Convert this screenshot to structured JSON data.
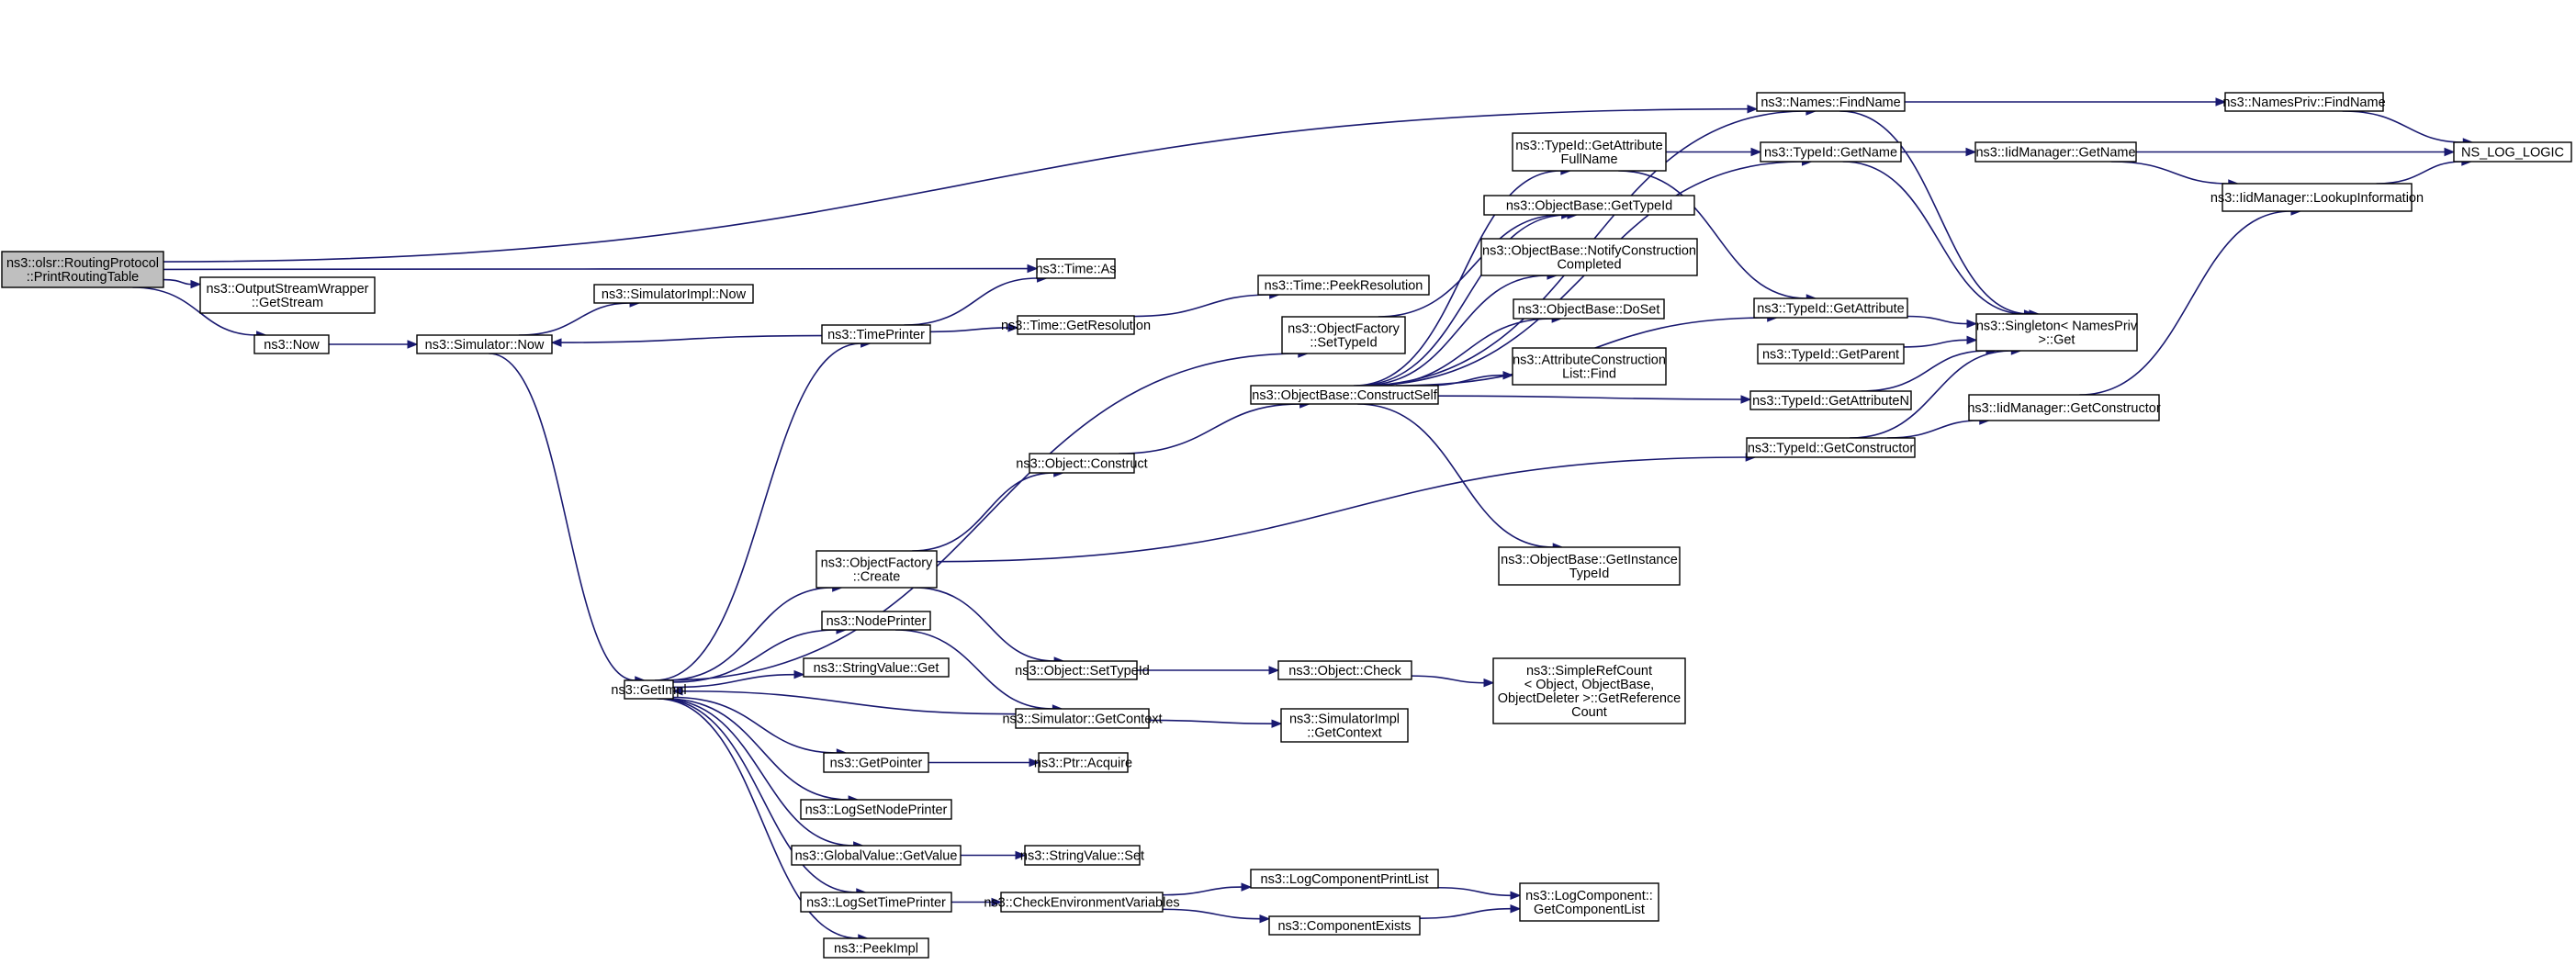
{
  "colors": {
    "edge": "#191970",
    "node_border": "#000000",
    "node_border_truncated": "#ff0000",
    "root_fill": "#bfbfbf",
    "node_fill": "#ffffff"
  },
  "nodes": [
    {
      "id": "root",
      "lines": [
        "ns3::olsr::RoutingProtocol",
        "::PrintRoutingTable"
      ],
      "style": "root"
    },
    {
      "id": "output_stream",
      "lines": [
        "ns3::OutputStreamWrapper",
        "::GetStream"
      ]
    },
    {
      "id": "now",
      "lines": [
        "ns3::Now"
      ]
    },
    {
      "id": "sim_now",
      "lines": [
        "ns3::Simulator::Now"
      ]
    },
    {
      "id": "simimpl_now",
      "lines": [
        "ns3::SimulatorImpl::Now"
      ]
    },
    {
      "id": "get_impl",
      "lines": [
        "ns3::GetImpl"
      ]
    },
    {
      "id": "time_printer",
      "lines": [
        "ns3::TimePrinter"
      ]
    },
    {
      "id": "time_as",
      "lines": [
        "ns3::Time::As"
      ]
    },
    {
      "id": "time_get_res",
      "lines": [
        "ns3::Time::GetResolution"
      ]
    },
    {
      "id": "time_peek_res",
      "lines": [
        "ns3::Time::PeekResolution"
      ],
      "style": "truncated"
    },
    {
      "id": "objfac_settypeid",
      "lines": [
        "ns3::ObjectFactory",
        "::SetTypeId"
      ]
    },
    {
      "id": "objbase_constructself",
      "lines": [
        "ns3::ObjectBase::ConstructSelf"
      ]
    },
    {
      "id": "object_construct",
      "lines": [
        "ns3::Object::Construct"
      ]
    },
    {
      "id": "objfac_create",
      "lines": [
        "ns3::ObjectFactory",
        "::Create"
      ]
    },
    {
      "id": "node_printer",
      "lines": [
        "ns3::NodePrinter"
      ]
    },
    {
      "id": "stringvalue_get",
      "lines": [
        "ns3::StringValue::Get"
      ]
    },
    {
      "id": "object_settypeid",
      "lines": [
        "ns3::Object::SetTypeId"
      ]
    },
    {
      "id": "object_check",
      "lines": [
        "ns3::Object::Check"
      ]
    },
    {
      "id": "simplerefcount",
      "lines": [
        "ns3::SimpleRefCount",
        "< Object, ObjectBase,",
        "ObjectDeleter >::GetReference",
        "Count"
      ]
    },
    {
      "id": "sim_getcontext",
      "lines": [
        "ns3::Simulator::GetContext"
      ]
    },
    {
      "id": "simimpl_getcontext",
      "lines": [
        "ns3::SimulatorImpl",
        "::GetContext"
      ]
    },
    {
      "id": "get_pointer",
      "lines": [
        "ns3::GetPointer"
      ]
    },
    {
      "id": "ptr_acquire",
      "lines": [
        "ns3::Ptr::Acquire"
      ]
    },
    {
      "id": "log_set_node_printer",
      "lines": [
        "ns3::LogSetNodePrinter"
      ]
    },
    {
      "id": "globalvalue_getvalue",
      "lines": [
        "ns3::GlobalValue::GetValue"
      ]
    },
    {
      "id": "stringvalue_set",
      "lines": [
        "ns3::StringValue::Set"
      ]
    },
    {
      "id": "log_set_time_printer",
      "lines": [
        "ns3::LogSetTimePrinter"
      ]
    },
    {
      "id": "check_env_vars",
      "lines": [
        "ns3::CheckEnvironmentVariables"
      ]
    },
    {
      "id": "log_comp_print_list",
      "lines": [
        "ns3::LogComponentPrintList"
      ]
    },
    {
      "id": "component_exists",
      "lines": [
        "ns3::ComponentExists"
      ]
    },
    {
      "id": "logcomp_getcomplist",
      "lines": [
        "ns3::LogComponent::",
        "GetComponentList"
      ]
    },
    {
      "id": "peek_impl",
      "lines": [
        "ns3::PeekImpl"
      ]
    },
    {
      "id": "typeid_getattr_fullname",
      "lines": [
        "ns3::TypeId::GetAttribute",
        "FullName"
      ]
    },
    {
      "id": "objbase_gettypeid",
      "lines": [
        "ns3::ObjectBase::GetTypeId"
      ],
      "style": "truncated"
    },
    {
      "id": "objbase_notify",
      "lines": [
        "ns3::ObjectBase::NotifyConstruction",
        "Completed"
      ]
    },
    {
      "id": "objbase_doset",
      "lines": [
        "ns3::ObjectBase::DoSet"
      ]
    },
    {
      "id": "attrconstruction_find",
      "lines": [
        "ns3::AttributeConstruction",
        "List::Find"
      ]
    },
    {
      "id": "objbase_getinstance",
      "lines": [
        "ns3::ObjectBase::GetInstance",
        "TypeId"
      ]
    },
    {
      "id": "names_findname",
      "lines": [
        "ns3::Names::FindName"
      ]
    },
    {
      "id": "typeid_getname",
      "lines": [
        "ns3::TypeId::GetName"
      ]
    },
    {
      "id": "typeid_getattribute",
      "lines": [
        "ns3::TypeId::GetAttribute"
      ],
      "style": "truncated"
    },
    {
      "id": "typeid_getparent",
      "lines": [
        "ns3::TypeId::GetParent"
      ],
      "style": "truncated"
    },
    {
      "id": "typeid_getattributen",
      "lines": [
        "ns3::TypeId::GetAttributeN"
      ],
      "style": "truncated"
    },
    {
      "id": "typeid_getconstructor",
      "lines": [
        "ns3::TypeId::GetConstructor"
      ]
    },
    {
      "id": "namespriv_findname",
      "lines": [
        "ns3::NamesPriv::FindName"
      ]
    },
    {
      "id": "iidmanager_getname",
      "lines": [
        "ns3::IidManager::GetName"
      ]
    },
    {
      "id": "iidmanager_lookup",
      "lines": [
        "ns3::IidManager::LookupInformation"
      ]
    },
    {
      "id": "iidmanager_getconstructor",
      "lines": [
        "ns3::IidManager::GetConstructor"
      ]
    },
    {
      "id": "singleton_get",
      "lines": [
        "ns3::Singleton< NamesPriv",
        ">::Get"
      ]
    },
    {
      "id": "ns_log_logic",
      "lines": [
        "NS_LOG_LOGIC"
      ]
    }
  ],
  "edges": [
    [
      "root",
      "names_findname"
    ],
    [
      "root",
      "time_as"
    ],
    [
      "root",
      "output_stream"
    ],
    [
      "root",
      "now"
    ],
    [
      "now",
      "sim_now"
    ],
    [
      "sim_now",
      "simimpl_now"
    ],
    [
      "sim_now",
      "get_impl"
    ],
    [
      "time_printer",
      "sim_now"
    ],
    [
      "time_printer",
      "time_as"
    ],
    [
      "time_printer",
      "time_get_res"
    ],
    [
      "time_get_res",
      "time_peek_res"
    ],
    [
      "get_impl",
      "time_printer"
    ],
    [
      "get_impl",
      "objfac_settypeid"
    ],
    [
      "get_impl",
      "objfac_create"
    ],
    [
      "get_impl",
      "node_printer"
    ],
    [
      "get_impl",
      "stringvalue_get"
    ],
    [
      "sim_getcontext",
      "get_impl"
    ],
    [
      "get_impl",
      "get_pointer"
    ],
    [
      "get_impl",
      "log_set_node_printer"
    ],
    [
      "get_impl",
      "globalvalue_getvalue"
    ],
    [
      "get_impl",
      "log_set_time_printer"
    ],
    [
      "get_impl",
      "peek_impl"
    ],
    [
      "objfac_create",
      "object_construct"
    ],
    [
      "objfac_create",
      "object_settypeid"
    ],
    [
      "objfac_create",
      "typeid_getconstructor"
    ],
    [
      "object_construct",
      "objbase_constructself"
    ],
    [
      "objfac_settypeid",
      "objbase_gettypeid"
    ],
    [
      "node_printer",
      "sim_getcontext"
    ],
    [
      "object_settypeid",
      "object_check"
    ],
    [
      "object_check",
      "simplerefcount"
    ],
    [
      "sim_getcontext",
      "simimpl_getcontext"
    ],
    [
      "get_pointer",
      "ptr_acquire"
    ],
    [
      "globalvalue_getvalue",
      "stringvalue_set"
    ],
    [
      "log_set_time_printer",
      "check_env_vars"
    ],
    [
      "check_env_vars",
      "log_comp_print_list"
    ],
    [
      "check_env_vars",
      "component_exists"
    ],
    [
      "log_comp_print_list",
      "logcomp_getcomplist"
    ],
    [
      "component_exists",
      "logcomp_getcomplist"
    ],
    [
      "objbase_constructself",
      "typeid_getattr_fullname"
    ],
    [
      "objbase_constructself",
      "objbase_gettypeid"
    ],
    [
      "objbase_constructself",
      "objbase_notify"
    ],
    [
      "objbase_constructself",
      "objbase_doset"
    ],
    [
      "objbase_constructself",
      "attrconstruction_find"
    ],
    [
      "objbase_constructself",
      "objbase_getinstance"
    ],
    [
      "objbase_constructself",
      "typeid_getname"
    ],
    [
      "objbase_constructself",
      "names_findname"
    ],
    [
      "objbase_constructself",
      "typeid_getattribute"
    ],
    [
      "objbase_constructself",
      "typeid_getattributen"
    ],
    [
      "typeid_getattr_fullname",
      "typeid_getname"
    ],
    [
      "typeid_getattr_fullname",
      "typeid_getattribute"
    ],
    [
      "names_findname",
      "namespriv_findname"
    ],
    [
      "names_findname",
      "singleton_get"
    ],
    [
      "namespriv_findname",
      "ns_log_logic"
    ],
    [
      "typeid_getname",
      "iidmanager_getname"
    ],
    [
      "typeid_getname",
      "singleton_get"
    ],
    [
      "typeid_getattribute",
      "singleton_get"
    ],
    [
      "typeid_getparent",
      "singleton_get"
    ],
    [
      "typeid_getattributen",
      "singleton_get"
    ],
    [
      "typeid_getconstructor",
      "singleton_get"
    ],
    [
      "typeid_getconstructor",
      "iidmanager_getconstructor"
    ],
    [
      "iidmanager_getname",
      "ns_log_logic"
    ],
    [
      "iidmanager_getname",
      "iidmanager_lookup"
    ],
    [
      "iidmanager_lookup",
      "ns_log_logic"
    ],
    [
      "iidmanager_getconstructor",
      "iidmanager_lookup"
    ]
  ]
}
